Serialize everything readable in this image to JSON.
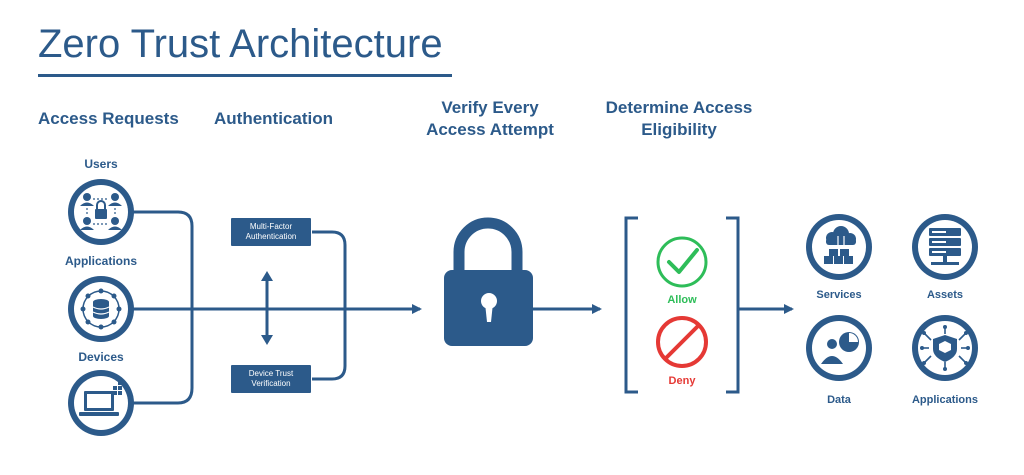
{
  "title": "Zero Trust Architecture",
  "headings": {
    "access_requests": "Access Requests",
    "authentication": "Authentication",
    "verify_line1": "Verify Every",
    "verify_line2": "Access Attempt",
    "determine_line1": "Determine Access",
    "determine_line2": "Eligibility"
  },
  "sources": {
    "users": "Users",
    "applications": "Applications",
    "devices": "Devices"
  },
  "auth_boxes": {
    "mfa_line1": "Multi-Factor",
    "mfa_line2": "Authentication",
    "dtv_line1": "Device Trust",
    "dtv_line2": "Verification"
  },
  "decision": {
    "allow": "Allow",
    "deny": "Deny"
  },
  "resources": {
    "services": "Services",
    "assets": "Assets",
    "data": "Data",
    "applications": "Applications"
  },
  "colors": {
    "primary": "#2c5a8a",
    "allow": "#2ebd59",
    "deny": "#e53935"
  }
}
